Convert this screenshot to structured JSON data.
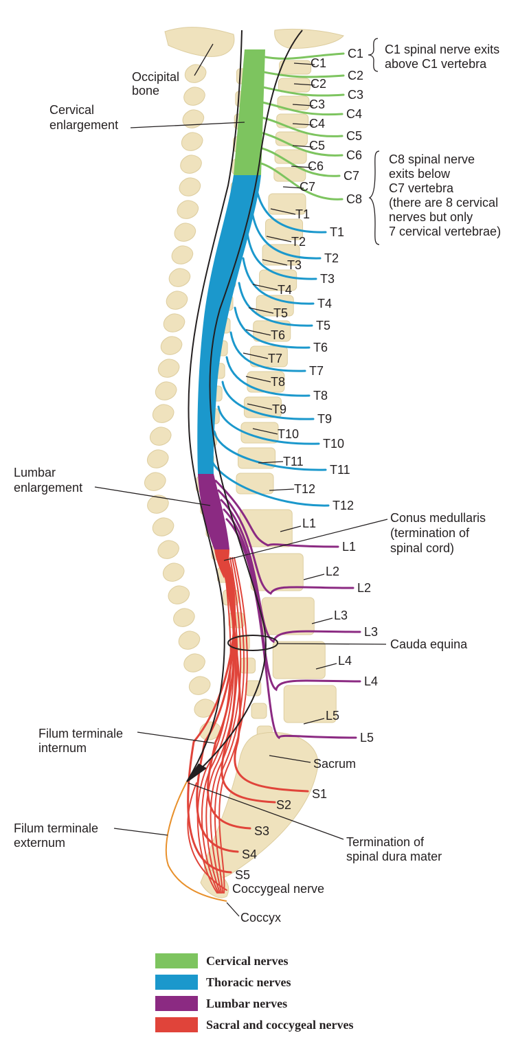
{
  "spinal_nerve_labels": {
    "cervical": [
      "C1",
      "C2",
      "C3",
      "C4",
      "C5",
      "C6",
      "C7",
      "C8"
    ],
    "thoracic": [
      "T1",
      "T2",
      "T3",
      "T4",
      "T5",
      "T6",
      "T7",
      "T8",
      "T9",
      "T10",
      "T11",
      "T12"
    ],
    "lumbar": [
      "L1",
      "L2",
      "L3",
      "L4",
      "L5"
    ],
    "sacral": [
      "S1",
      "S2",
      "S3",
      "S4",
      "S5"
    ]
  },
  "vertebra_labels": {
    "cervical": [
      "C1",
      "C2",
      "C3",
      "C4",
      "C5",
      "C6",
      "C7"
    ],
    "thoracic": [
      "T1",
      "T2",
      "T3",
      "T4",
      "T5",
      "T6",
      "T7",
      "T8",
      "T9",
      "T10",
      "T11",
      "T12"
    ],
    "lumbar": [
      "L1",
      "L2",
      "L3",
      "L4",
      "L5"
    ]
  },
  "annotations": {
    "occipital_bone": [
      "Occipital",
      "bone"
    ],
    "cervical_enlargement": [
      "Cervical",
      "enlargement"
    ],
    "lumbar_enlargement": [
      "Lumbar",
      "enlargement"
    ],
    "filum_internum": [
      "Filum terminale",
      "internum"
    ],
    "filum_externum": [
      "Filum terminale",
      "externum"
    ],
    "c1_note": [
      "C1 spinal nerve exits",
      "above C1 vertebra"
    ],
    "c8_note": [
      "C8 spinal nerve",
      "exits below",
      "C7 vertebra",
      "(there are 8 cervical",
      "nerves but only",
      "7 cervical vertebrae)"
    ],
    "conus": [
      "Conus medullaris",
      "(termination of",
      "spinal cord)"
    ],
    "cauda_equina": "Cauda equina",
    "sacrum": "Sacrum",
    "termination_dura": [
      "Termination of",
      "spinal dura mater"
    ],
    "coccygeal_nerve": "Coccygeal nerve",
    "coccyx": "Coccyx"
  },
  "legend": [
    {
      "label": "Cervical nerves",
      "color": "#7dc45f"
    },
    {
      "label": "Thoracic nerves",
      "color": "#1b98cc"
    },
    {
      "label": "Lumbar nerves",
      "color": "#8b2a82"
    },
    {
      "label": "Sacral and coccygeal nerves",
      "color": "#e0443a"
    }
  ],
  "colors": {
    "cervical": "#7dc45f",
    "thoracic": "#1b98cc",
    "lumbar": "#8b2a82",
    "sacral": "#e0443a",
    "filum_externum": "#e8902b",
    "bone": "#efe2bd"
  }
}
